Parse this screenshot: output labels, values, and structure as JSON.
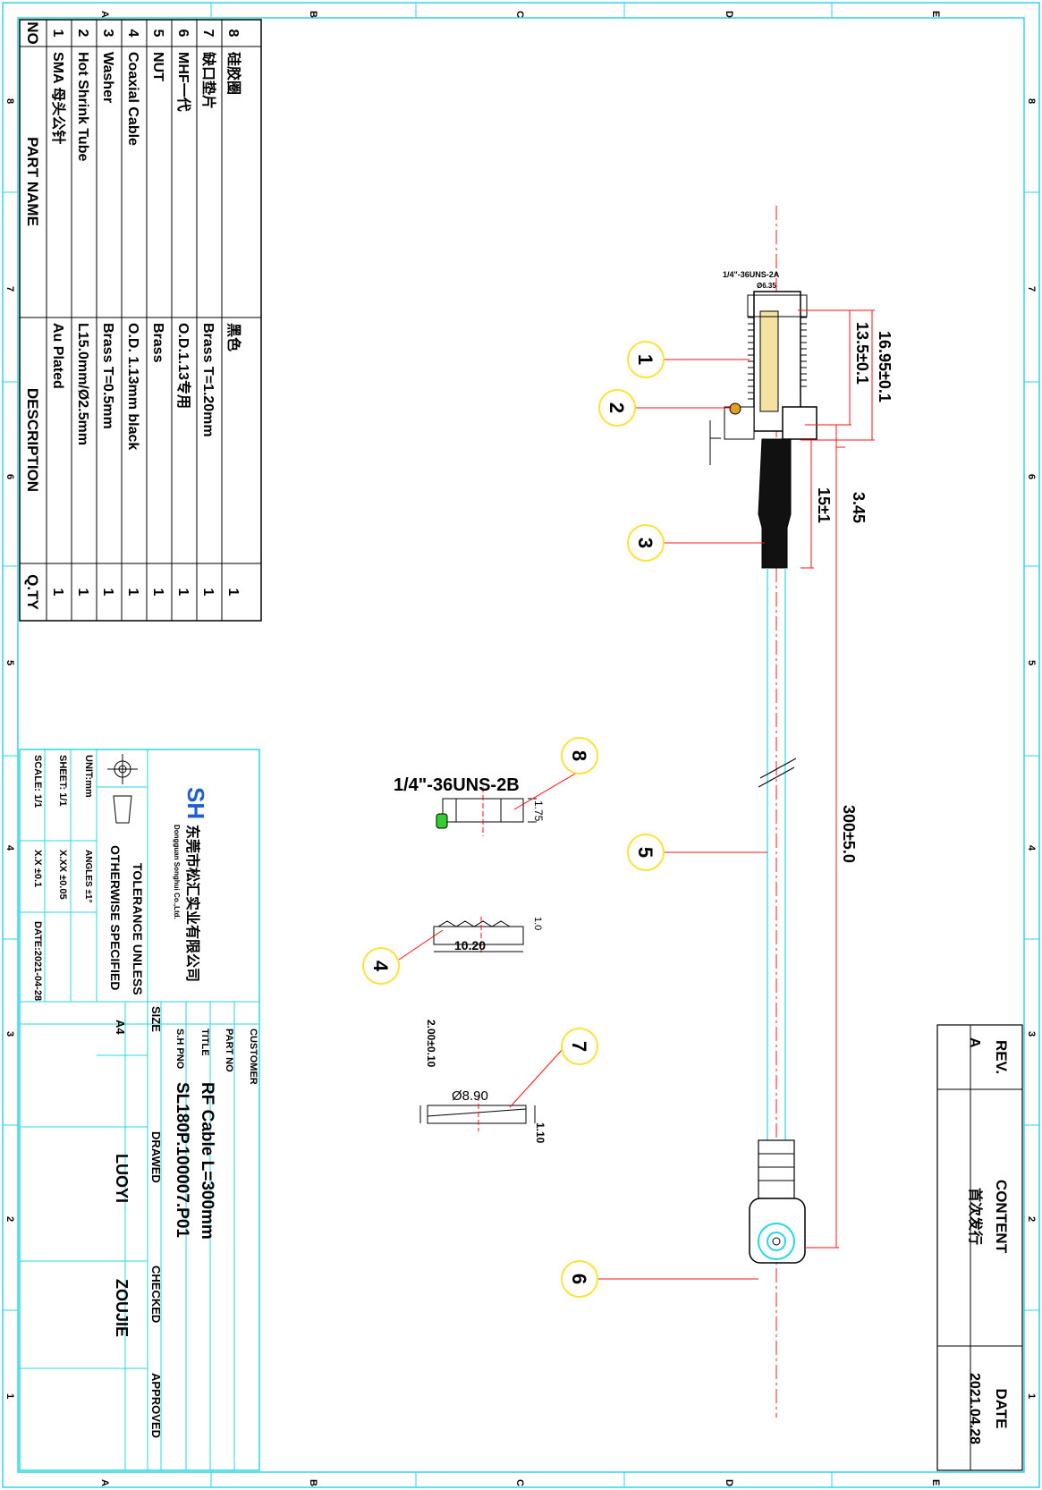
{
  "border": {
    "letters": [
      "A",
      "B",
      "C",
      "D",
      "E"
    ],
    "numbers": [
      "8",
      "7",
      "6",
      "5",
      "4",
      "3",
      "2",
      "1"
    ]
  },
  "bom": {
    "headers": {
      "no": "NO",
      "part_name": "PART NAME",
      "description": "DESCRIPTION",
      "qty": "Q.TY"
    },
    "rows": [
      {
        "no": "1",
        "part_name": "SMA 母头公针",
        "description": "Au Plated",
        "qty": "1"
      },
      {
        "no": "2",
        "part_name": "Hot Shrink Tube",
        "description": "L15.0mm/Ø2.5mm",
        "qty": "1"
      },
      {
        "no": "3",
        "part_name": "Washer",
        "description": "Brass T=0.5mm",
        "qty": "1"
      },
      {
        "no": "4",
        "part_name": "Coaxial Cable",
        "description": "O.D. 1.13mm black",
        "qty": "1"
      },
      {
        "no": "5",
        "part_name": "NUT",
        "description": "Brass",
        "qty": "1"
      },
      {
        "no": "6",
        "part_name": "MHF一代",
        "description": "O.D.1.13专用",
        "qty": "1"
      },
      {
        "no": "7",
        "part_name": "缺口垫片",
        "description": "Brass T=1.20mm",
        "qty": "1"
      },
      {
        "no": "8",
        "part_name": "硅胶圈",
        "description": "黑色",
        "qty": "1"
      }
    ]
  },
  "revision": {
    "headers": {
      "rev": "REV.",
      "content": "CONTENT",
      "date": "DATE"
    },
    "row": {
      "rev": "A",
      "content": "首次发行",
      "date": "2021.04.28"
    }
  },
  "dimensions": {
    "d1695": "16.95±0.1",
    "d135": "13.5±0.1",
    "d345": "3.45",
    "d15": "15±1",
    "d300": "300±5.0",
    "thread_top": "1/4\"-36UNS-2A",
    "thread_sub": "Ø6.35",
    "thread_nut": "1/4\"-36UNS-2B",
    "d175": "1.75",
    "d1020": "10.20",
    "d10": "1.0",
    "d890": "Ø8.90",
    "d200": "2.00±0.10",
    "d110": "1.10"
  },
  "balloons": [
    "1",
    "2",
    "3",
    "4",
    "5",
    "6",
    "7",
    "8"
  ],
  "title_block": {
    "logo": "SH",
    "company_cn": "东莞市松汇实业有限公司",
    "company_en": "Dongguan Songhui Co.,Ltd.",
    "tolerance1": "TOLERANCE UNLESS",
    "tolerance2": "OTHERWISE SPECIFIED",
    "unit": "UNIT:mm",
    "angles": "ANGLES ±1°",
    "xxx": "X.XX  ±0.05",
    "xx": "X.X  ±0.1",
    "sheet": "SHEET: 1/1",
    "scale": "SCALE: 1/1",
    "date": "DATE:2021-04-28",
    "customer_label": "CUSTOMER",
    "partno_label": "PART NO",
    "title_label": "TITLE",
    "title_value": "RF Cable L=300mm",
    "pno_label": "S.H PNO",
    "pno_value": "SL180P.100007.P01",
    "size_label": "SIZE",
    "size_value": "A4",
    "drawed_label": "DRAWED",
    "drawed_value": "LUOYI",
    "checked_label": "CHECKED",
    "checked_value": "ZOUJIE",
    "approved_label": "APPROVED"
  },
  "colors": {
    "frame": "#2ad6e6",
    "leader": "#ff1010",
    "balloon": "#ffe13a"
  }
}
